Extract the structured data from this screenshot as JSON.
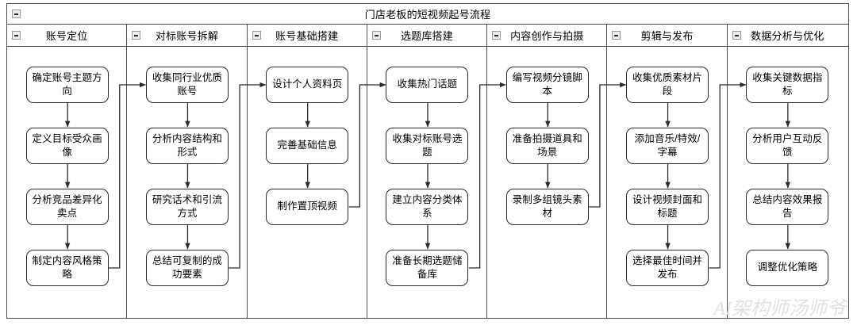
{
  "pool": {
    "title": "门店老板的短视频起号流程",
    "collapse_icon": "collapse-minus-icon"
  },
  "watermark": "AI架构师汤师爷",
  "colors": {
    "frame": "#4d4d4d",
    "node_border": "#2b2b2b",
    "node_fill": "#ffffff",
    "background": "#ffffff",
    "collapse_btn_fill": "#ececec",
    "watermark": "#e2e2e2"
  },
  "lanes": [
    {
      "label": "账号定位",
      "nodes": [
        "确定账号主题方向",
        "定义目标受众画像",
        "分析竞品差异化卖点",
        "制定内容风格策略"
      ]
    },
    {
      "label": "对标账号拆解",
      "nodes": [
        "收集同行业优质账号",
        "分析内容结构和形式",
        "研究话术和引流方式",
        "总结可复制的成功要素"
      ]
    },
    {
      "label": "账号基础搭建",
      "nodes": [
        "设计个人资料页",
        "完善基础信息",
        "制作置顶视频"
      ]
    },
    {
      "label": "选题库搭建",
      "nodes": [
        "收集热门话题",
        "收集对标账号选题",
        "建立内容分类体系",
        "准备长期选题储备库"
      ]
    },
    {
      "label": "内容创作与拍摄",
      "nodes": [
        "编写视频分镜脚本",
        "准备拍摄道具和场景",
        "录制多组镜头素材"
      ]
    },
    {
      "label": "剪辑与发布",
      "nodes": [
        "收集优质素材片段",
        "添加音乐/特效/字幕",
        "设计视频封面和标题",
        "选择最佳时间并发布"
      ]
    },
    {
      "label": "数据分析与优化",
      "nodes": [
        "收集关键数据指标",
        "分析用户互动反馈",
        "总结内容效果报告",
        "调整优化策略"
      ]
    }
  ]
}
